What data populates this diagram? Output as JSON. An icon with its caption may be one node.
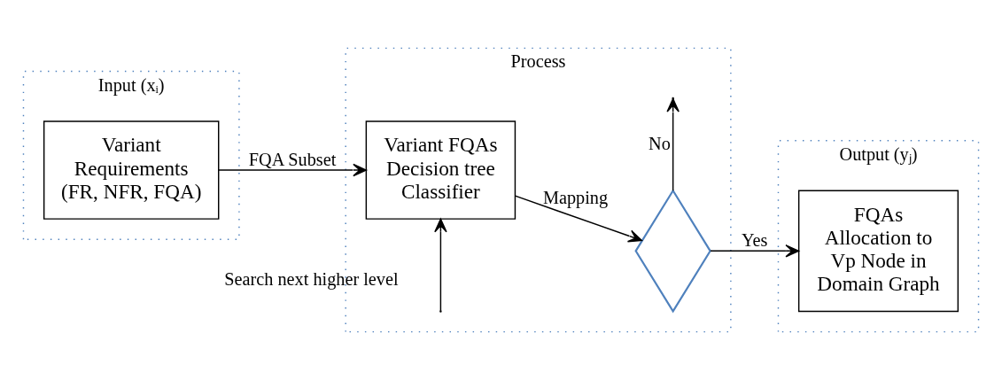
{
  "diagram": {
    "nodes": [
      {
        "text": [
          "Input (xᵢ)"
        ]
      },
      {
        "text": [
          "Variant Requirements (FR, NFR, FQA)"
        ],
        "in": 0
      },
      {
        "text": [
          "Process"
        ]
      },
      {
        "text": [
          "Variant FQAs Decision tree Classifier"
        ],
        "in": 2
      },
      {
        "text": [],
        "shape": "diamond",
        "in": 2
      },
      {
        "text": [
          "Output (yⱼ)"
        ]
      },
      {
        "text": [
          "FQAs Allocation to Vp Node in Domain Graph"
        ],
        "in": 5
      }
    ],
    "edges": [
      {
        "from": 1,
        "to": 3,
        "arrow": "to",
        "label": "FQA Subset"
      },
      {
        "from": 3,
        "to": 4,
        "arrow": "to",
        "label": "Mapping"
      },
      {
        "from": 4,
        "to": 6,
        "arrow": "to",
        "label": "Yes"
      },
      {
        "from": 4,
        "to": null,
        "arrow": "to",
        "label": "No"
      },
      {
        "from": null,
        "to": 3,
        "arrow": "to",
        "label": "Search next higher level"
      }
    ]
  }
}
